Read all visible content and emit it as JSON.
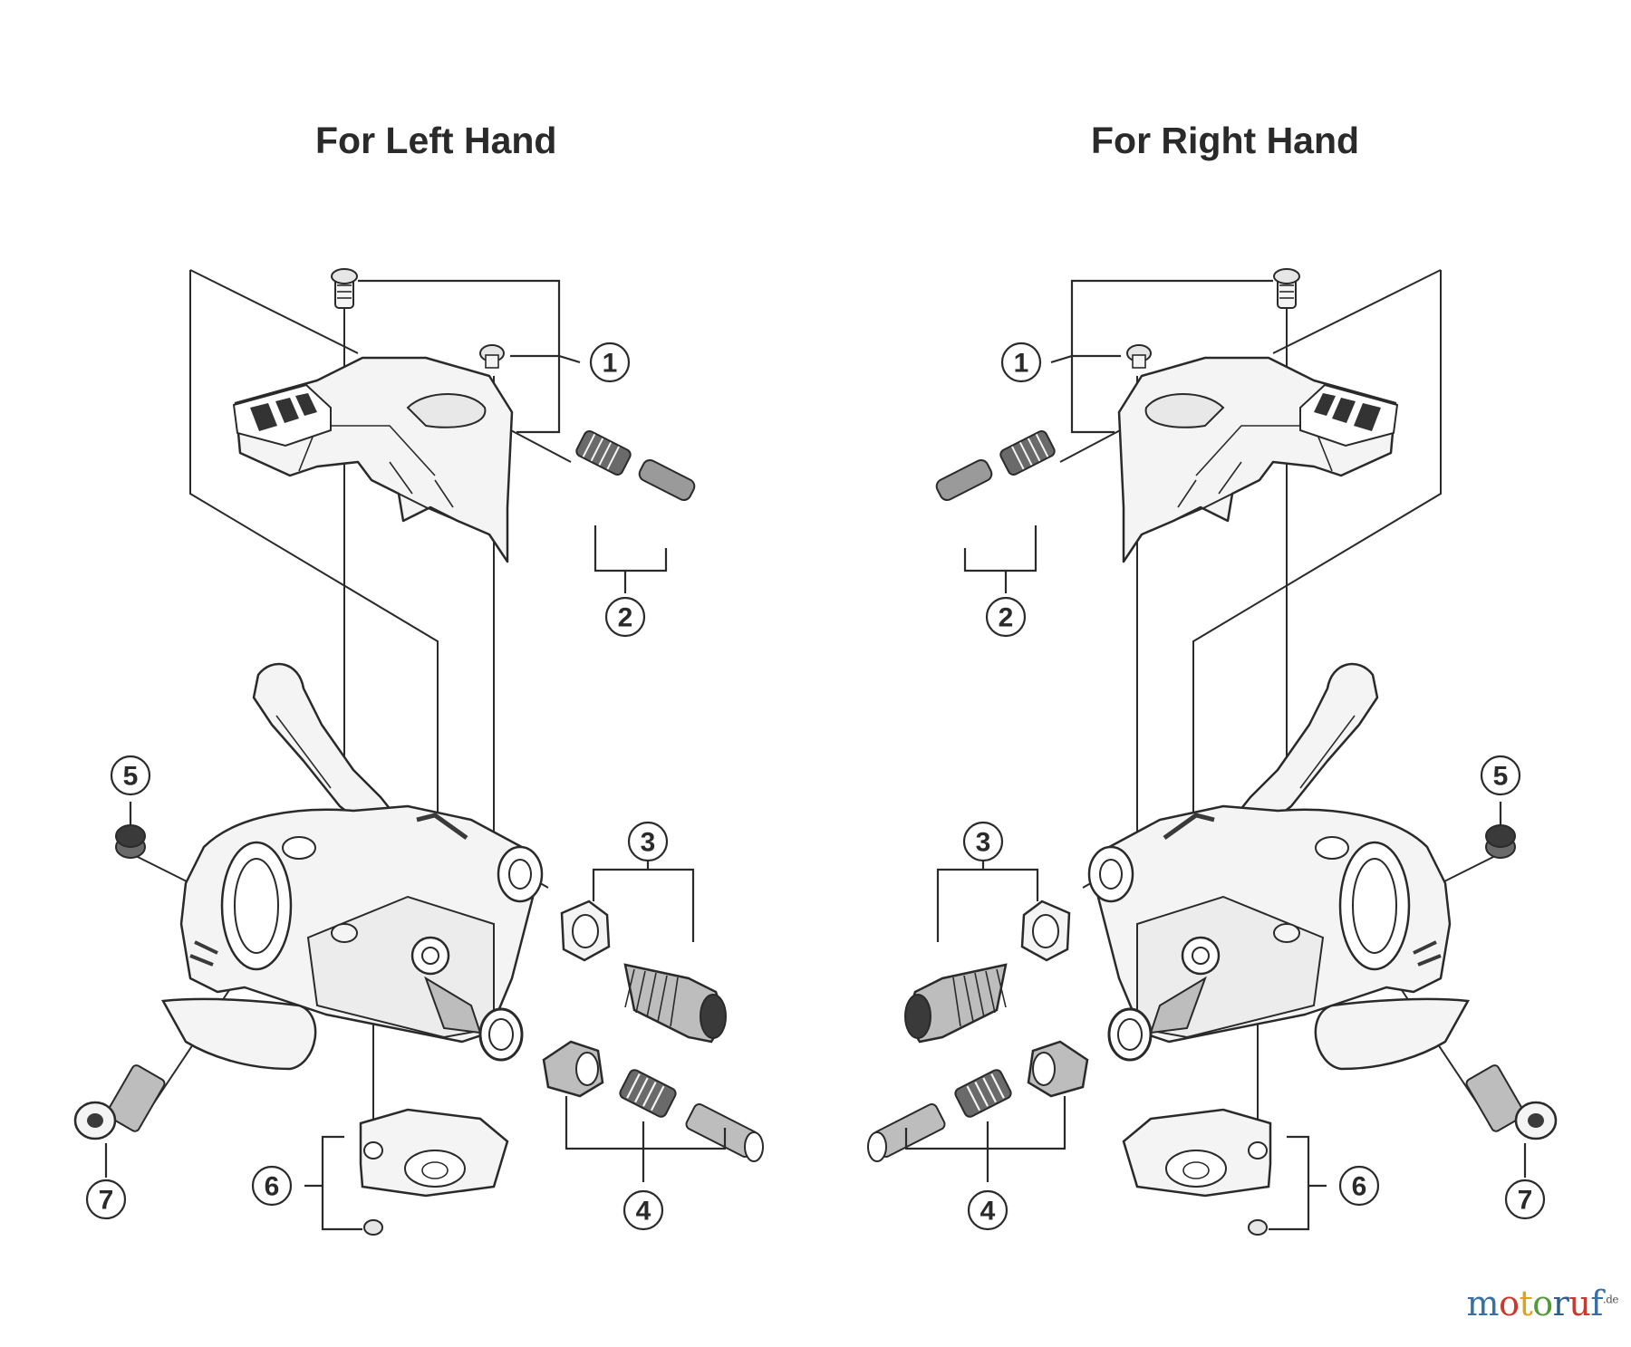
{
  "headings": {
    "left": "For Left Hand",
    "right": "For Right Hand"
  },
  "callouts": [
    "1",
    "2",
    "3",
    "4",
    "5",
    "6",
    "7"
  ],
  "watermark": {
    "brand": "motoruf",
    "tld": ".de"
  },
  "colors": {
    "line": "#2a2a2a",
    "part_fill": "#f4f4f4",
    "shade": "#bdbdbd",
    "dark": "#3a3a3a"
  }
}
